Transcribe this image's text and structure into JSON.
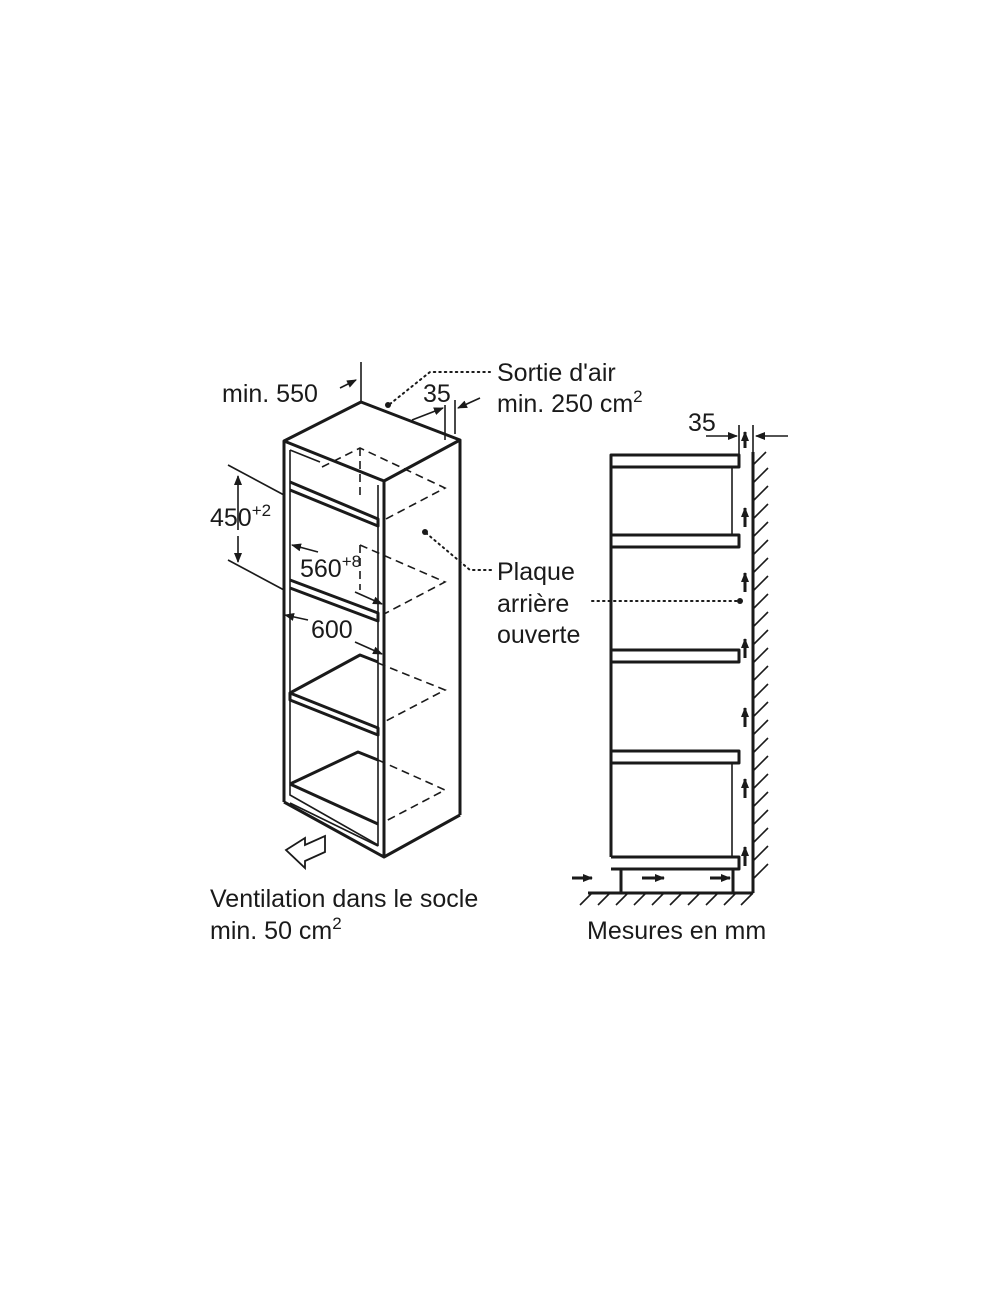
{
  "labels": {
    "min_550": "min. 550",
    "dim_35_top": "35",
    "air_outlet_line1": "Sortie d'air",
    "air_outlet_line2": "min. 250 cm",
    "air_outlet_sup": "2",
    "dim_450": "450",
    "dim_450_sup": "+2",
    "dim_560": "560",
    "dim_560_sup": "+8",
    "dim_600": "600",
    "back_panel_line1": "Plaque",
    "back_panel_line2": "arrière",
    "back_panel_line3": "ouverte",
    "plinth_line1": "Ventilation dans le socle",
    "plinth_line2": "min. 50 cm",
    "plinth_sup": "2",
    "side_dim_35": "35",
    "units_note": "Mesures en mm"
  }
}
